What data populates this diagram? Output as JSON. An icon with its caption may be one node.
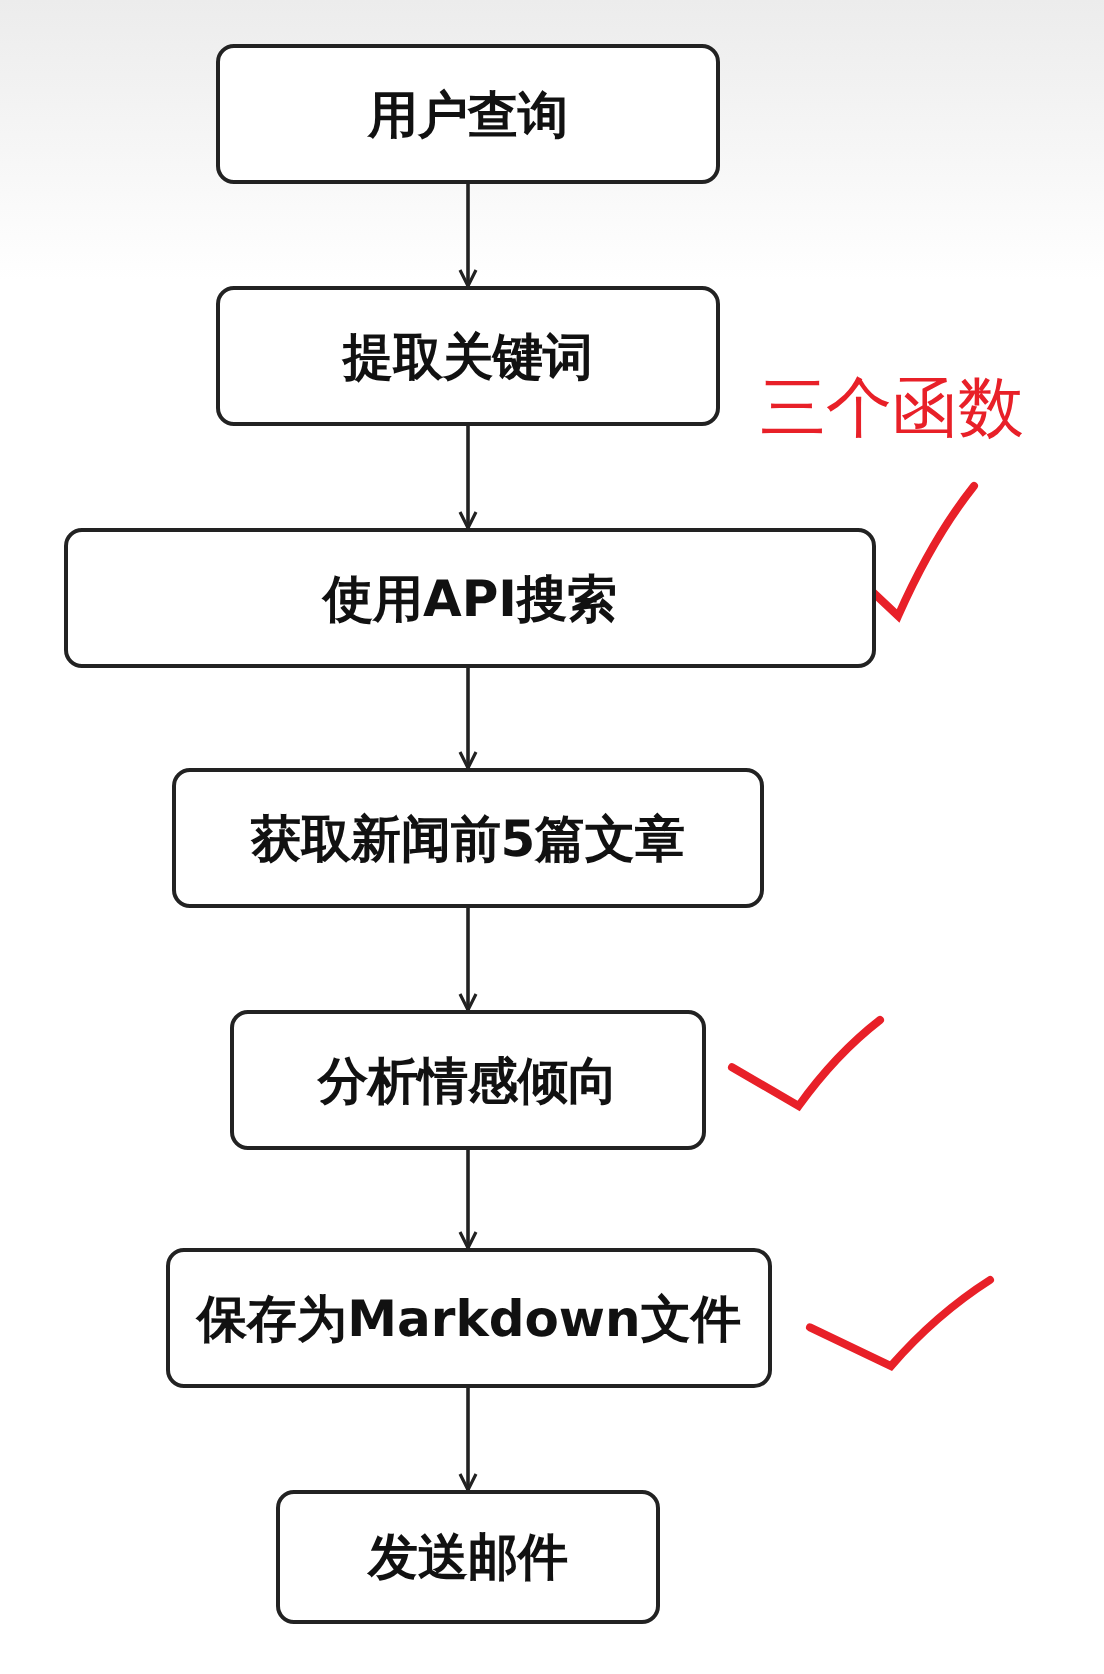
{
  "diagram": {
    "nodes": [
      {
        "text": [
          "用户查询"
        ]
      },
      {
        "text": [
          "提取关键词"
        ]
      },
      {
        "text": [
          "使用API搜索"
        ]
      },
      {
        "text": [
          "获取新闻前5篇文章"
        ]
      },
      {
        "text": [
          "分析情感倾向"
        ]
      },
      {
        "text": [
          "保存为Markdown文件"
        ]
      },
      {
        "text": [
          "发送邮件"
        ]
      }
    ],
    "edges": [
      {
        "from": 0,
        "to": 1,
        "arrow": "to"
      },
      {
        "from": 1,
        "to": 2,
        "arrow": "to"
      },
      {
        "from": 2,
        "to": 3,
        "arrow": "to"
      },
      {
        "from": 3,
        "to": 4,
        "arrow": "to"
      },
      {
        "from": 4,
        "to": 5,
        "arrow": "to"
      },
      {
        "from": 5,
        "to": 6,
        "arrow": "to"
      }
    ],
    "labels": [
      "三个函数"
    ]
  }
}
